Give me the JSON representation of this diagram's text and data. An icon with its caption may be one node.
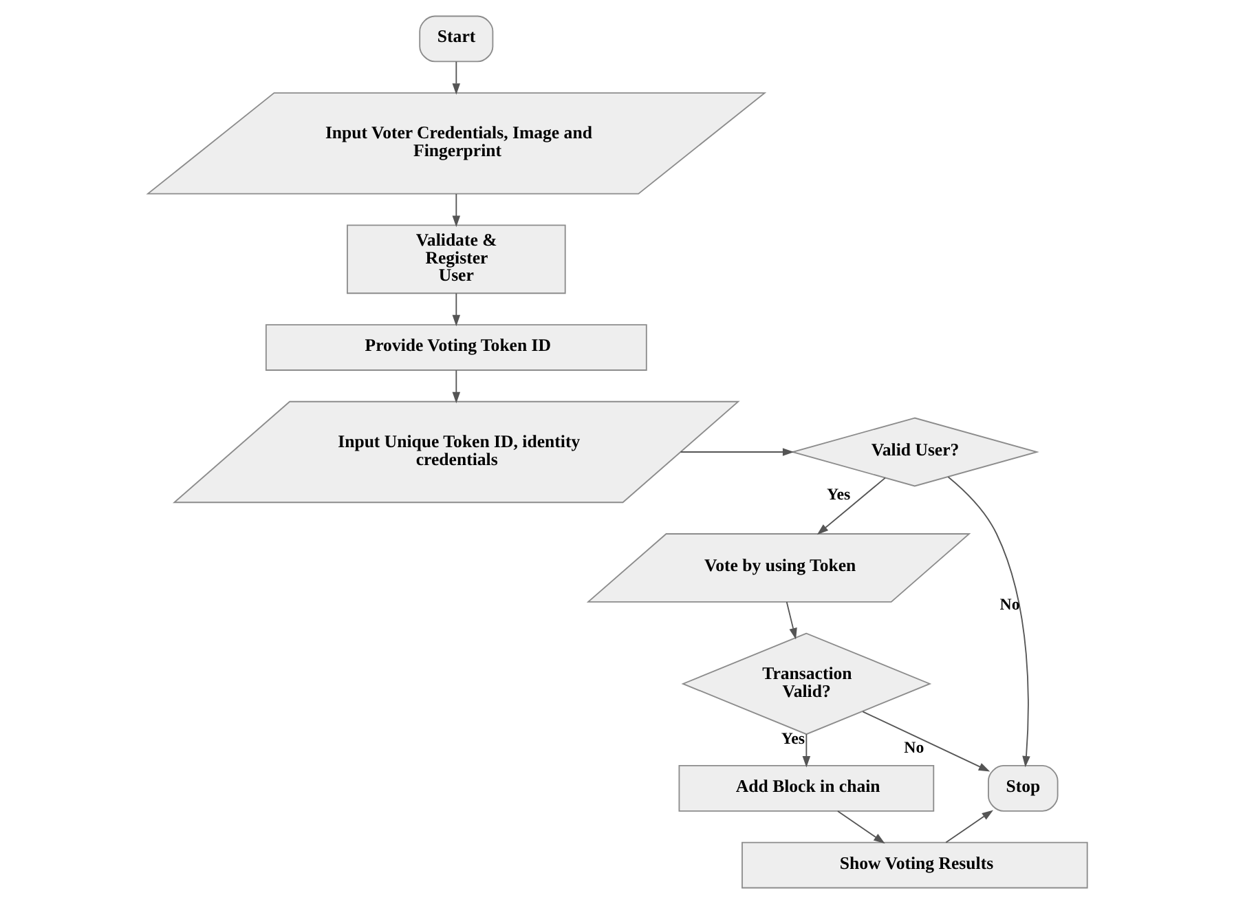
{
  "diagram": {
    "nodes": [
      {
        "text": [
          "Start"
        ]
      },
      {
        "text": [
          "Input Voter Credentials, Image and Fingerprint"
        ]
      },
      {
        "text": [
          "Validate & Register User"
        ]
      },
      {
        "text": [
          "Provide Voting Token ID"
        ]
      },
      {
        "text": [
          "Input Unique Token ID, identity credentials"
        ]
      },
      {
        "text": [
          "Valid User?"
        ]
      },
      {
        "text": [
          "Vote by using Token"
        ]
      },
      {
        "text": [
          "Transaction Valid?"
        ]
      },
      {
        "text": [
          "Add Block in chain"
        ]
      },
      {
        "text": [
          "Show Voting Results"
        ]
      },
      {
        "text": [
          "Stop"
        ]
      }
    ],
    "edges": [
      {
        "from": 0,
        "to": 1,
        "arrow": "to"
      },
      {
        "from": 1,
        "to": 2,
        "arrow": "to"
      },
      {
        "from": 2,
        "to": 3,
        "arrow": "to"
      },
      {
        "from": 3,
        "to": 4,
        "arrow": "to"
      },
      {
        "from": 4,
        "to": 5,
        "arrow": "to"
      },
      {
        "from": 5,
        "to": 6,
        "arrow": "to",
        "label": "Yes"
      },
      {
        "from": 5,
        "to": 10,
        "arrow": "to",
        "label": "No"
      },
      {
        "from": 6,
        "to": 7,
        "arrow": "to"
      },
      {
        "from": 7,
        "to": 8,
        "arrow": "to",
        "label": "Yes"
      },
      {
        "from": 7,
        "to": 10,
        "arrow": "to",
        "label": "No"
      },
      {
        "from": 8,
        "to": 9,
        "arrow": "to"
      },
      {
        "from": 9,
        "to": 10,
        "arrow": "to"
      }
    ]
  }
}
